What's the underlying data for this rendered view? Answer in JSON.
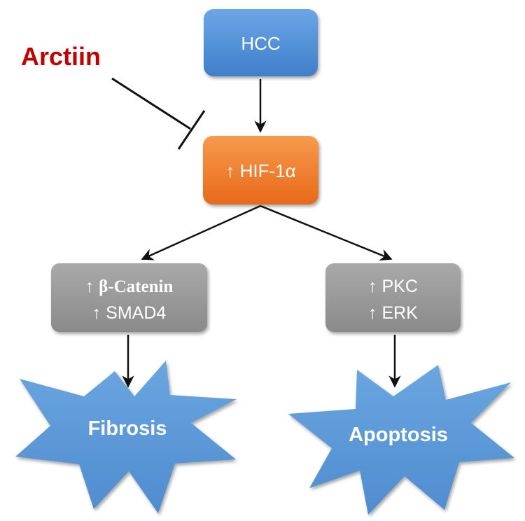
{
  "inhibitor": {
    "label": "Arctiin",
    "color": "#c00000"
  },
  "nodes": {
    "hcc": {
      "label": "HCC",
      "color": "#4f8fd6"
    },
    "hif": {
      "label": "↑ HIF-1α",
      "color": "#f07a2a"
    },
    "left_box": {
      "line1_arrow": "↑ ",
      "line1_text": "β-Catenin",
      "line2": "↑ SMAD4",
      "color": "#9a9a9a"
    },
    "right_box": {
      "line1": "↑ PKC",
      "line2": "↑ ERK",
      "color": "#9a9a9a"
    }
  },
  "outcomes": {
    "fibrosis": {
      "label": "Fibrosis",
      "color": "#5b9ad8"
    },
    "apoptosis": {
      "label": "Apoptosis",
      "color": "#5b9ad8"
    }
  },
  "edges": [
    {
      "from": "HCC",
      "to": "↑ HIF-1α",
      "type": "activation"
    },
    {
      "from": "Arctiin",
      "to": "↑ HIF-1α",
      "type": "inhibition"
    },
    {
      "from": "↑ HIF-1α",
      "to": "β-Catenin / SMAD4",
      "type": "activation"
    },
    {
      "from": "↑ HIF-1α",
      "to": "PKC / ERK",
      "type": "activation"
    },
    {
      "from": "β-Catenin / SMAD4",
      "to": "Fibrosis",
      "type": "activation"
    },
    {
      "from": "PKC / ERK",
      "to": "Apoptosis",
      "type": "activation"
    }
  ]
}
